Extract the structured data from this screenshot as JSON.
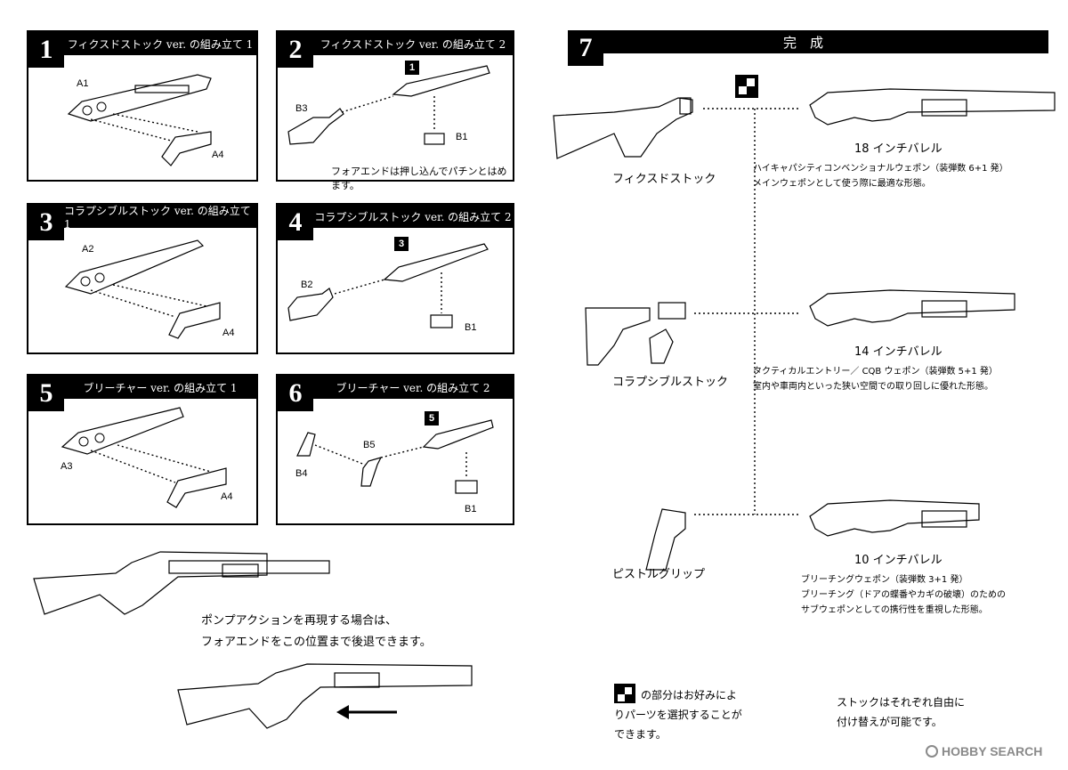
{
  "steps": [
    {
      "num": "1",
      "title": "フィクスドストック ver. の組み立て 1",
      "labels": [
        "A1",
        "A4"
      ]
    },
    {
      "num": "2",
      "title": "フィクスドストック ver. の組み立て 2",
      "labels": [
        "B3",
        "B1"
      ],
      "badge": "1",
      "note": "フォアエンドは押し込んでパチンとはめます。"
    },
    {
      "num": "3",
      "title": "コラプシブルストック ver. の組み立て 1",
      "labels": [
        "A2",
        "A4"
      ]
    },
    {
      "num": "4",
      "title": "コラプシブルストック ver. の組み立て 2",
      "labels": [
        "B2",
        "B1"
      ],
      "badge": "3"
    },
    {
      "num": "5",
      "title": "ブリーチャー ver. の組み立て 1",
      "labels": [
        "A3",
        "A4"
      ]
    },
    {
      "num": "6",
      "title": "ブリーチャー ver. の組み立て 2",
      "labels": [
        "B4",
        "B5",
        "B1"
      ],
      "badge": "5"
    }
  ],
  "pump": {
    "line1": "ポンプアクションを再現する場合は、",
    "line2": "フォアエンドをこの位置まで後退できます。"
  },
  "complete": {
    "num": "7",
    "title": "完　成",
    "stocks": [
      "フィクスドストック",
      "コラプシブルストック",
      "ピストルグリップ"
    ],
    "barrels": [
      {
        "name": "18 インチバレル",
        "d1": "ハイキャパシティコンベンショナルウェポン（装弾数 6+1 発）",
        "d2": "メインウェポンとして使う際に最適な形態。"
      },
      {
        "name": "14 インチバレル",
        "d1": "タクティカルエントリー／ CQB ウェポン（装弾数 5+1 発）",
        "d2": "室内や車両内といった狭い空間での取り回しに優れた形態。"
      },
      {
        "name": "10 インチバレル",
        "d1": "ブリーチングウェポン（装弾数 3+1 発）",
        "d2": "ブリーチング（ドアの蝶番やカギの破壊）のための",
        "d3": "サブウェポンとしての携行性を重視した形態。"
      }
    ],
    "legend_l1": "の部分はお好みによ",
    "legend_l2": "りパーツを選択することが",
    "legend_l3": "できます。",
    "swap_l1": "ストックはそれぞれ自由に",
    "swap_l2": "付け替えが可能です。"
  },
  "watermark": "HOBBY SEARCH"
}
